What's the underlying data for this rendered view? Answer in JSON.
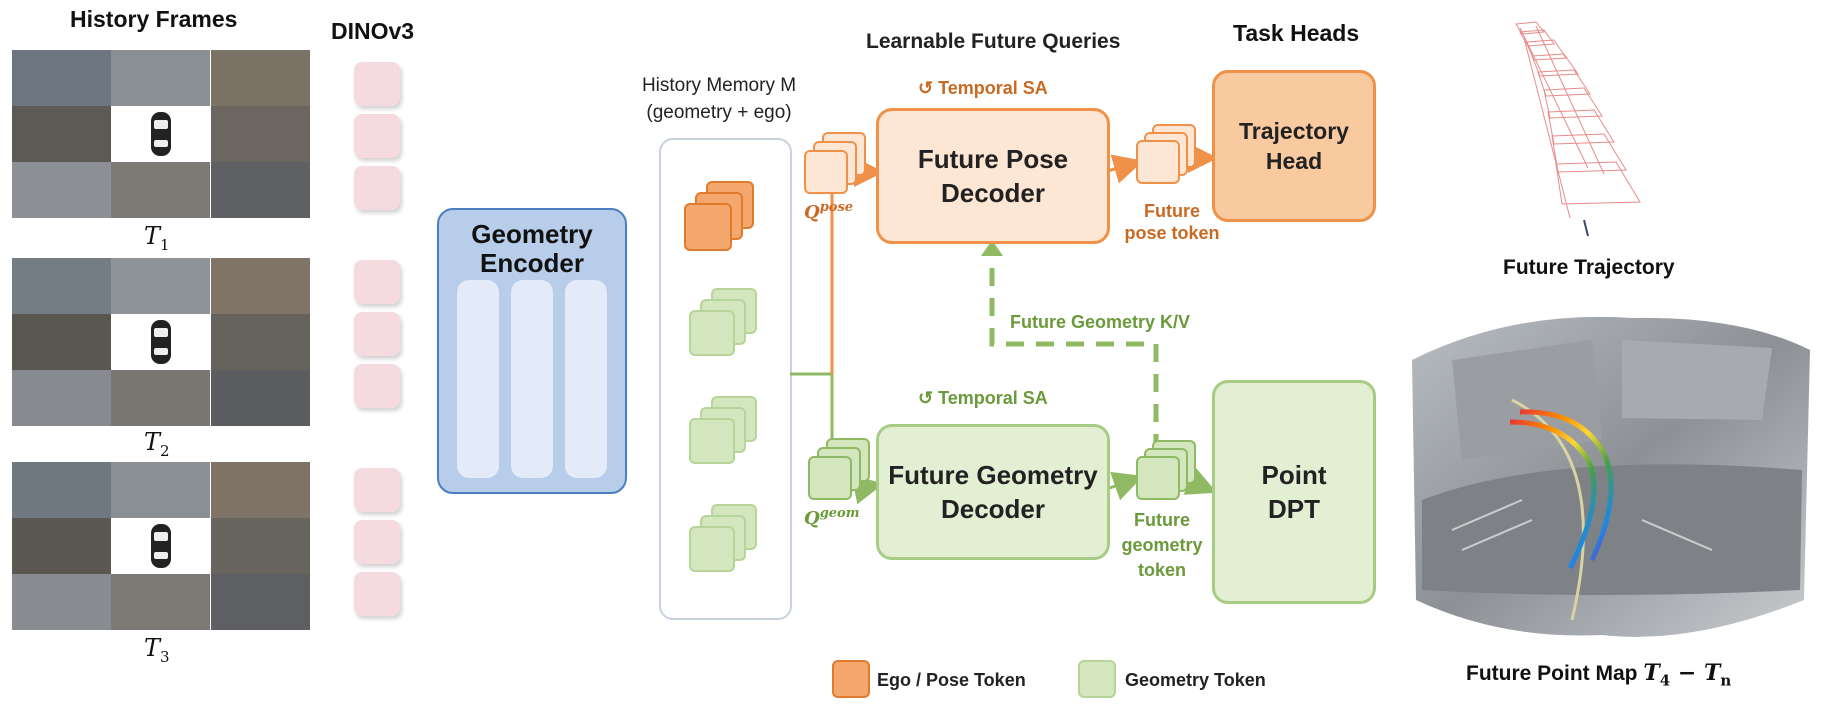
{
  "headers": {
    "history_frames": "History Frames",
    "dino": "DINOv3",
    "learnable_queries": "Learnable Future Queries",
    "task_heads": "Task Heads",
    "history_memory_line1": "History Memory M",
    "history_memory_line2": "(geometry + ego)"
  },
  "frames": [
    {
      "label_main": "T",
      "label_sub": "1"
    },
    {
      "label_main": "T",
      "label_sub": "2"
    },
    {
      "label_main": "T",
      "label_sub": "3"
    }
  ],
  "encoder": {
    "line1": "Geometry",
    "line2": "Encoder"
  },
  "pose_decoder": {
    "line1": "Future Pose",
    "line2": "Decoder",
    "sa": "↺ Temporal SA"
  },
  "geom_decoder": {
    "line1": "Future Geometry",
    "line2": "Decoder",
    "sa": "↺ Temporal SA"
  },
  "queries": {
    "pose_main": "Q",
    "pose_sup": "pose",
    "geom_main": "Q",
    "geom_sup": "geom"
  },
  "tokens": {
    "future_pose_l1": "Future",
    "future_pose_l2": "pose token",
    "future_geom_l1": "Future",
    "future_geom_l2": "geometry",
    "future_geom_l3": "token"
  },
  "kv_label": "Future Geometry K/V",
  "heads": {
    "trajectory_l1": "Trajectory",
    "trajectory_l2": "Head",
    "point_l1": "Point",
    "point_l2": "DPT"
  },
  "outputs": {
    "trajectory": "Future Trajectory",
    "pointmap_prefix": "Future Point Map",
    "pm_t4_main": "T",
    "pm_t4_sub": "4",
    "pm_dash": "−",
    "pm_tn_main": "T",
    "pm_tn_sub": "n"
  },
  "legend": {
    "ego_pose": "Ego / Pose Token",
    "geometry": "Geometry Token"
  },
  "colors": {
    "orange_fill": "#f5a86e",
    "orange_border": "#e07b2e",
    "orange_light": "#fde6d3",
    "orange_text": "#c96a24",
    "green_fill": "#d3e6bd",
    "green_border": "#8fba63",
    "green_text": "#6b9a3a",
    "blue_fill": "#b7cde9",
    "blue_border": "#4a7fc1",
    "dino_pink": "#f5dbdf"
  }
}
